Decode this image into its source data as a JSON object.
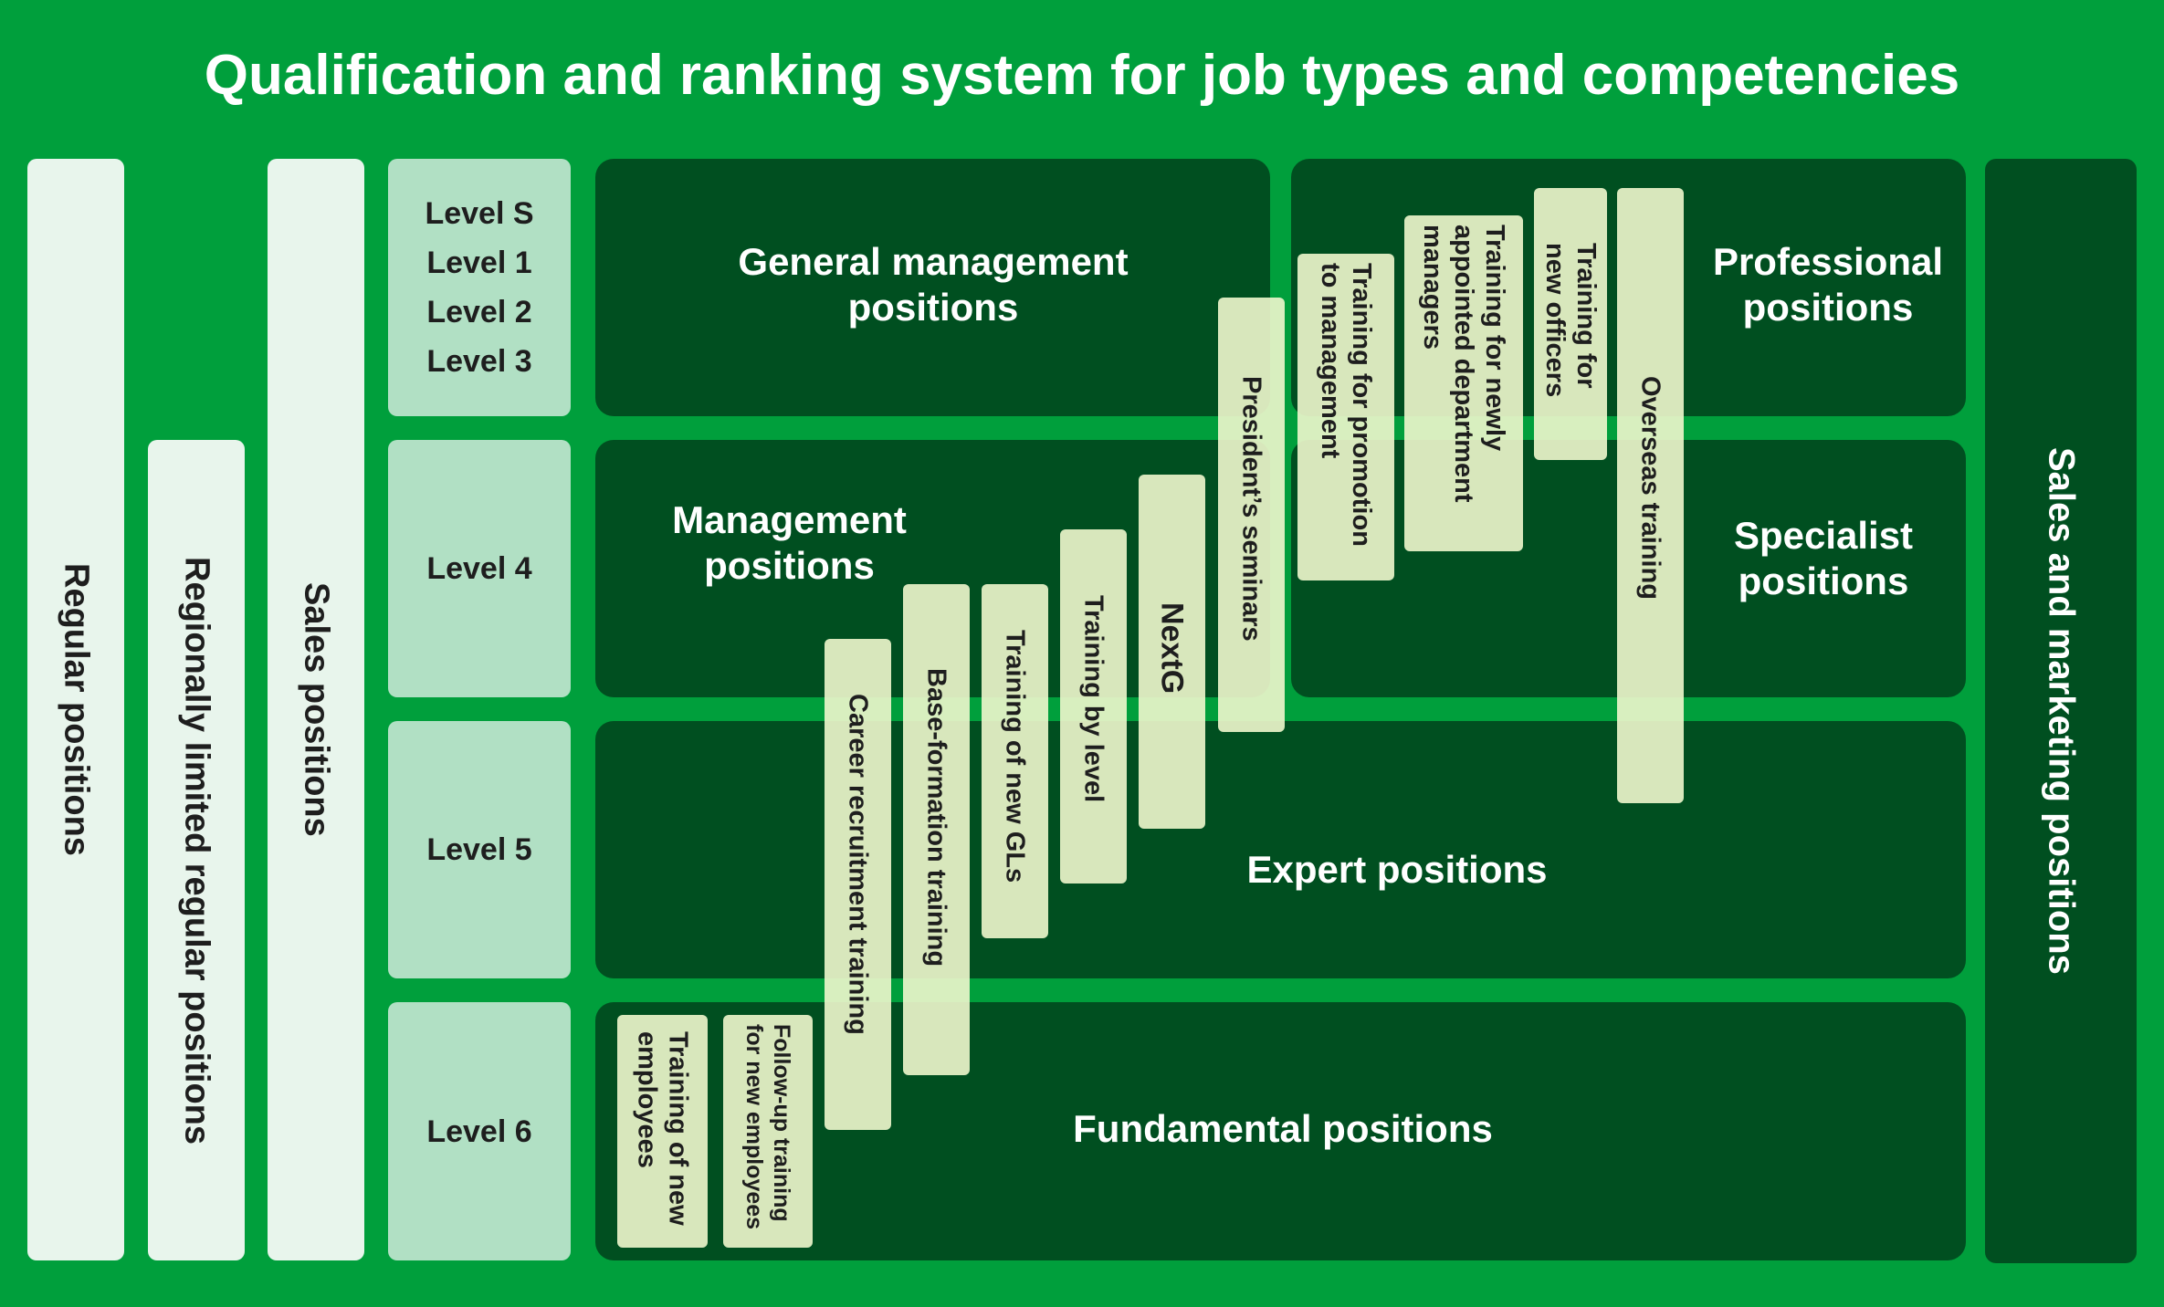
{
  "title": "Qualification and ranking system for job types and competencies",
  "columns": {
    "regular": "Regular positions",
    "regional": "Regionally limited regular positions",
    "sales": "Sales positions",
    "sales_marketing": "Sales and marketing positions"
  },
  "levels": {
    "top": [
      "Level S",
      "Level 1",
      "Level 2",
      "Level 3"
    ],
    "level4": "Level 4",
    "level5": "Level 5",
    "level6": "Level 6"
  },
  "regions": {
    "general_management": "General management positions",
    "professional": "Professional positions",
    "management": "Management positions",
    "specialist": "Specialist positions",
    "expert": "Expert positions",
    "fundamental": "Fundamental positions"
  },
  "trainings": {
    "new_employees": "Training of new employees",
    "follow_up": "Follow-up training for new employees",
    "career_recruitment": "Career recruitment training",
    "base_formation": "Base-formation training",
    "new_gls": "Training of new GLs",
    "by_level": "Training by level",
    "nextg": "NextG",
    "presidents_seminars": "President’s seminars",
    "promotion_management": "Training for promotion to management",
    "dept_managers": "Training for newly appointed department managers",
    "new_officers": "Training for new officers",
    "overseas": "Overseas training"
  },
  "colors": {
    "background": "#009f3c",
    "region": "#004f20",
    "level_box": "#b1e0c4",
    "column_bar": "#e8f5ec",
    "training_box": "#f0f7cd"
  }
}
